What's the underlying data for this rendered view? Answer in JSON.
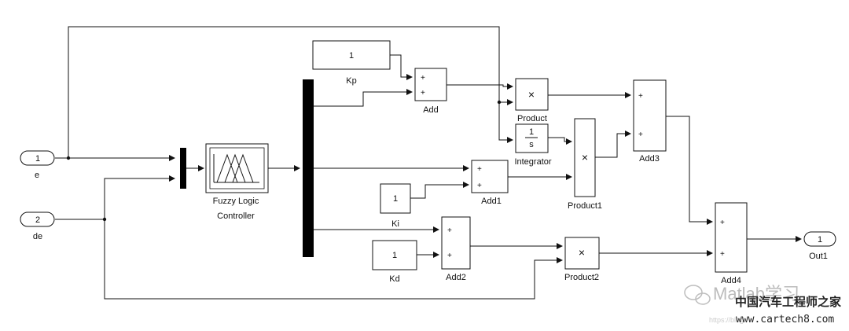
{
  "inports": [
    {
      "number": "1",
      "label": "e"
    },
    {
      "number": "2",
      "label": "de"
    }
  ],
  "outports": [
    {
      "number": "1",
      "label": "Out1"
    }
  ],
  "fuzzy": {
    "label_line1": "Fuzzy Logic",
    "label_line2": "Controller"
  },
  "constants": [
    {
      "value": "1",
      "label": "Kp"
    },
    {
      "value": "1",
      "label": "Ki"
    },
    {
      "value": "1",
      "label": "Kd"
    }
  ],
  "adders": [
    {
      "label": "Add",
      "signs": [
        "+",
        "+"
      ]
    },
    {
      "label": "Add1",
      "signs": [
        "+",
        "+"
      ]
    },
    {
      "label": "Add2",
      "signs": [
        "+",
        "+"
      ]
    },
    {
      "label": "Add3",
      "signs": [
        "+",
        "+"
      ]
    },
    {
      "label": "Add4",
      "signs": [
        "+",
        "+"
      ]
    }
  ],
  "products": [
    {
      "label": "Product",
      "symbol": "×"
    },
    {
      "label": "Product1",
      "symbol": "×"
    },
    {
      "label": "Product2",
      "symbol": "×"
    }
  ],
  "integrator": {
    "label": "Integrator",
    "numerator": "1",
    "denominator": "s"
  },
  "watermark": {
    "line1": "Matlab学习",
    "line2": "中国汽车工程师之家",
    "line3": "www.cartech8.com",
    "faint": "https://blog"
  }
}
